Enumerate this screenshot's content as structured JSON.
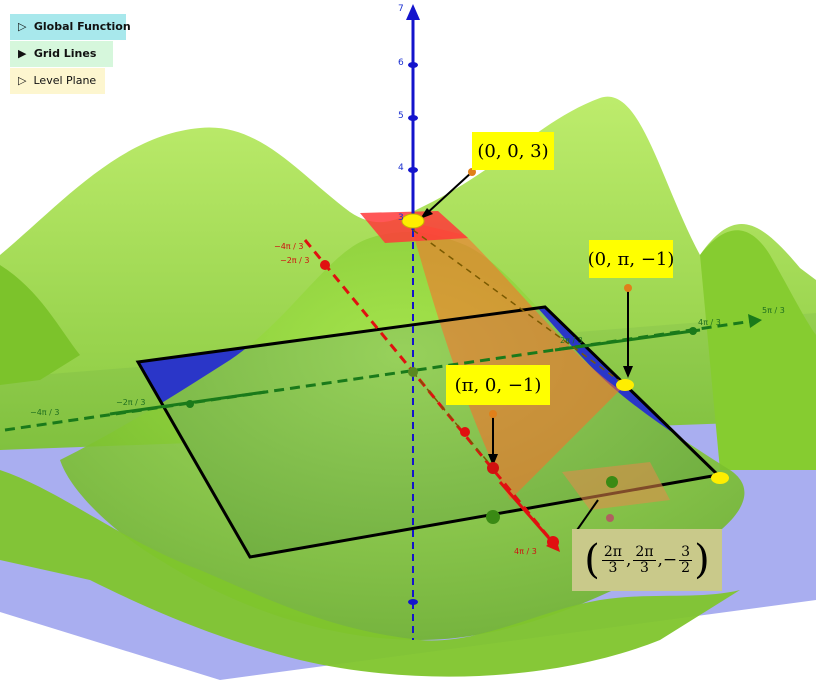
{
  "toggles": [
    {
      "symbol": "▷",
      "label": "Global Function",
      "color": "#a8e8ec"
    },
    {
      "symbol": "▶",
      "label": "Grid Lines",
      "color": "#d6f7dc"
    },
    {
      "symbol": "▷",
      "label": "Level Plane",
      "color": "#fdf6cf"
    }
  ],
  "points": {
    "a": "(0, 0, 3)",
    "b": "(0, π, −1)",
    "c": "(π, 0, −1)",
    "d": {
      "num1": "2π",
      "den1": "3",
      "num2": "2π",
      "den2": "3",
      "sign": "−",
      "num3": "3",
      "den3": "2"
    }
  },
  "z_axis_ticks": [
    "7",
    "6",
    "5",
    "4",
    "3"
  ],
  "green_axis_ticks": [
    "5π / 3",
    "2π / 3",
    "4π / 3",
    "−2π / 3",
    "−4π / 3"
  ],
  "red_axis_ticks": [
    "−2π / 3",
    "−4π / 3",
    "4π / 3"
  ],
  "colors": {
    "surface": "#8fd43a",
    "surface_dark": "#5f9e1e",
    "level_plane": "#a9aef0",
    "square": "#2a36c8",
    "highlight": "#ff4d4d",
    "z_axis": "#1414cc",
    "y_axis": "#1a7a1a",
    "x_axis": "#e01010",
    "label_bg": "#ffff00",
    "label_bg_muted": "#c9c98a"
  }
}
